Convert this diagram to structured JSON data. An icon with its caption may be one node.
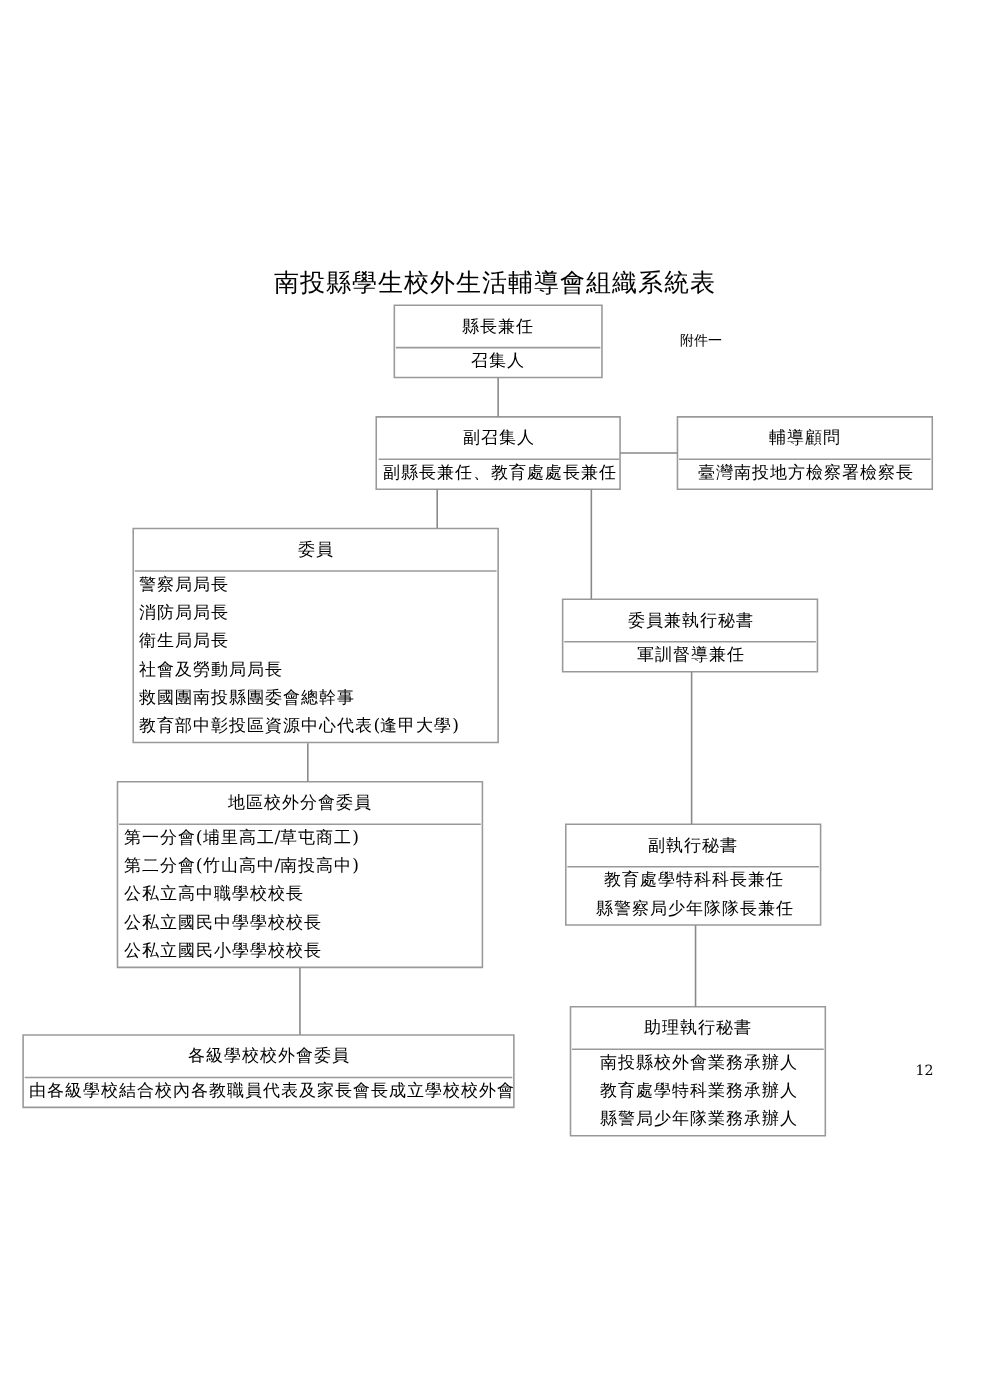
{
  "diagram": {
    "title": "南投縣學生校外生活輔導會組織系統表",
    "nodes": [
      {
        "text": [
          "縣長兼任",
          "召集人"
        ]
      },
      {
        "text": [
          "副召集人",
          "副縣長兼任、教育處處長兼任"
        ]
      },
      {
        "text": [
          "輔導顧問",
          "臺灣南投地方檢察署檢察長"
        ]
      },
      {
        "text": [
          "委員",
          "警察局局長",
          "消防局局長",
          "衛生局局長",
          "社會及勞動局局長",
          "救國團南投縣團委會總幹事",
          "教育部中彰投區資源中心代表(逢甲大學)"
        ]
      },
      {
        "text": [
          "委員兼執行秘書",
          "軍訓督導兼任"
        ]
      },
      {
        "text": [
          "副執行秘書",
          "教育處學特科科長兼任",
          "縣警察局少年隊隊長兼任"
        ]
      },
      {
        "text": [
          "助理執行秘書",
          "南投縣校外會業務承辦人",
          "教育處學特科業務承辦人",
          "縣警局少年隊業務承辦人"
        ]
      },
      {
        "text": [
          "地區校外分會委員",
          "第一分會(埔里高工/草屯商工)",
          "第二分會(竹山高中/南投高中)",
          "公私立高中職學校校長",
          "公私立國民中學學校校長",
          "公私立國民小學學校校長"
        ]
      },
      {
        "text": [
          "各級學校校外會委員",
          "由各級學校結合校內各教職員代表及家長會長成立學校校外會"
        ]
      }
    ],
    "edges": [
      {
        "from": 0,
        "to": 1,
        "arrow": "none"
      },
      {
        "from": 1,
        "to": 2,
        "arrow": "none"
      },
      {
        "from": 1,
        "to": 3,
        "arrow": "none"
      },
      {
        "from": 1,
        "to": 4,
        "arrow": "none"
      },
      {
        "from": 3,
        "to": 7,
        "arrow": "none"
      },
      {
        "from": 7,
        "to": 8,
        "arrow": "none"
      },
      {
        "from": 4,
        "to": 5,
        "arrow": "none"
      },
      {
        "from": 5,
        "to": 6,
        "arrow": "none"
      }
    ],
    "labels": [
      "附件一",
      "12"
    ]
  }
}
